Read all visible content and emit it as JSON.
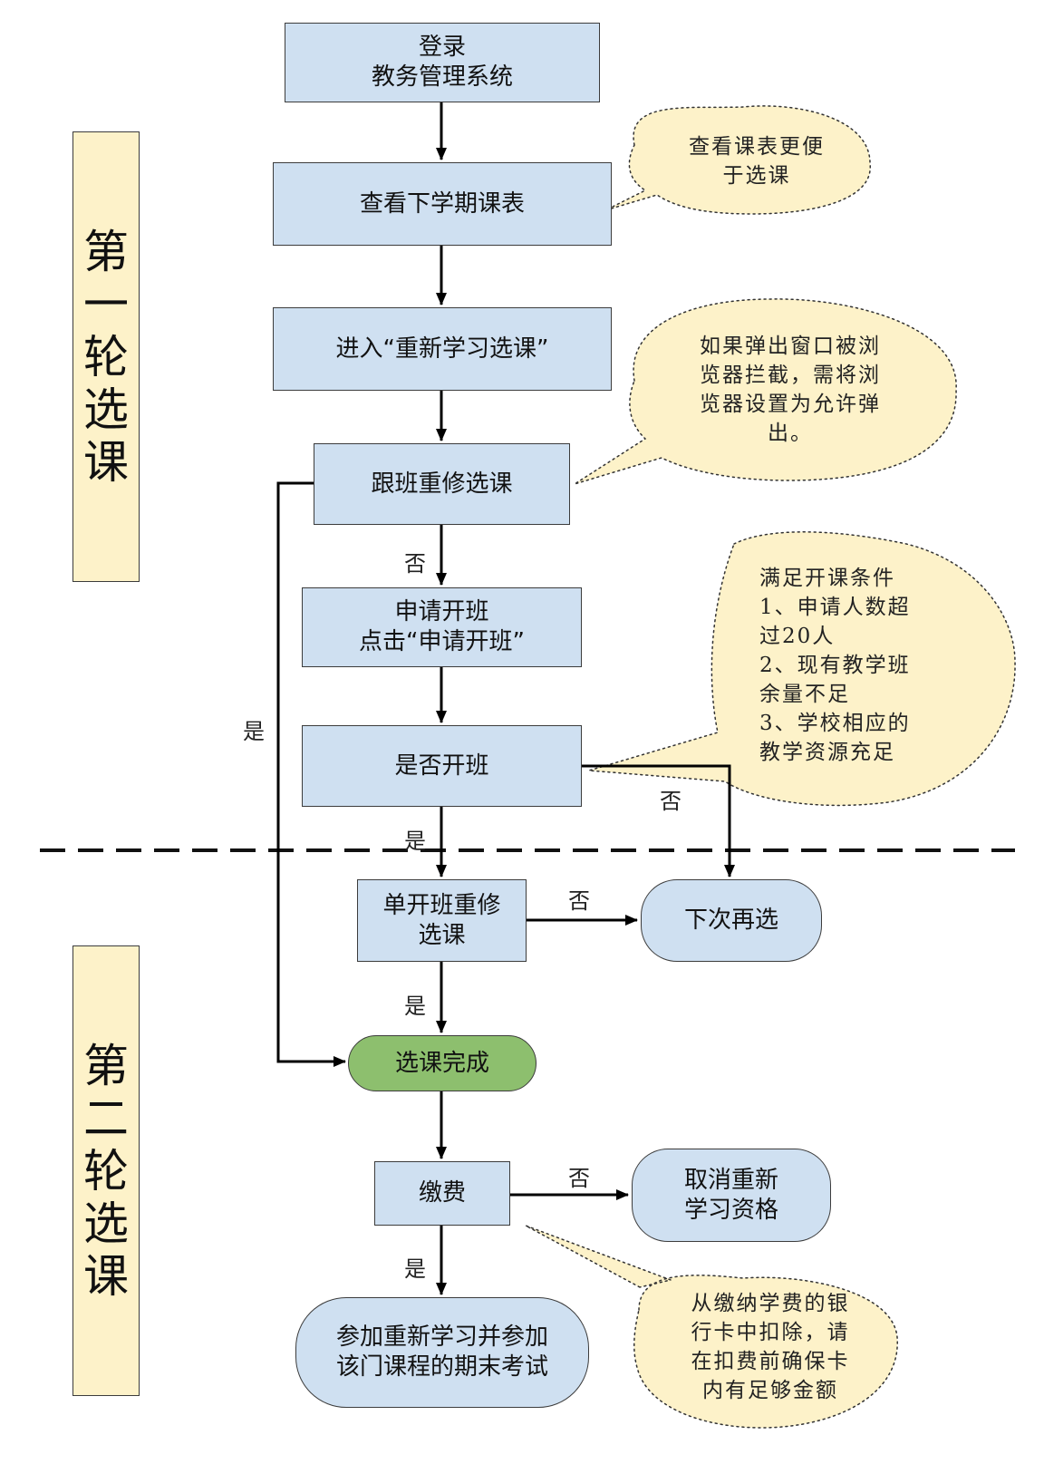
{
  "phases": {
    "round1": "第一轮选课",
    "round2": "第二轮选课"
  },
  "nodes": {
    "login": [
      "登录",
      "教务管理系统"
    ],
    "view_schedule": "查看下学期课表",
    "enter_reselect": "进入“重新学习选课”",
    "follow_class": "跟班重修选课",
    "apply_class": [
      "申请开班",
      "点击“申请开班”"
    ],
    "class_opened": "是否开班",
    "single_class": [
      "单开班重修",
      "选课"
    ],
    "next_time": "下次再选",
    "selection_done": "选课完成",
    "pay": "缴费",
    "cancel": [
      "取消重新",
      "学习资格"
    ],
    "final": [
      "参加重新学习并参加",
      "该门课程的期末考试"
    ]
  },
  "labels": {
    "no_after_follow": "否",
    "yes_left": "是",
    "yes_after_open": "是",
    "no_after_open": "否",
    "no_after_single": "否",
    "yes_after_single": "是",
    "no_after_pay": "否",
    "yes_after_pay": "是"
  },
  "notes": {
    "schedule_tip": [
      "查看课表更便",
      "于选课"
    ],
    "popup_tip": [
      "如果弹出窗口被浏",
      "览器拦截，需将浏",
      "览器设置为允许弹",
      "出。"
    ],
    "conditions_tip": [
      "满足开课条件",
      "1、申请人数超",
      "过20人",
      "2、现有教学班",
      "余量不足",
      "3、学校相应的",
      "教学资源充足"
    ],
    "payment_tip": [
      "从缴纳学费的银",
      "行卡中扣除，请",
      "在扣费前确保卡",
      "内有足够金额"
    ]
  },
  "colors": {
    "process_fill": "#cfe0f1",
    "done_fill": "#8dbf6e",
    "phase_fill": "#fdf2c9",
    "note_fill": "#fdf2c9"
  }
}
